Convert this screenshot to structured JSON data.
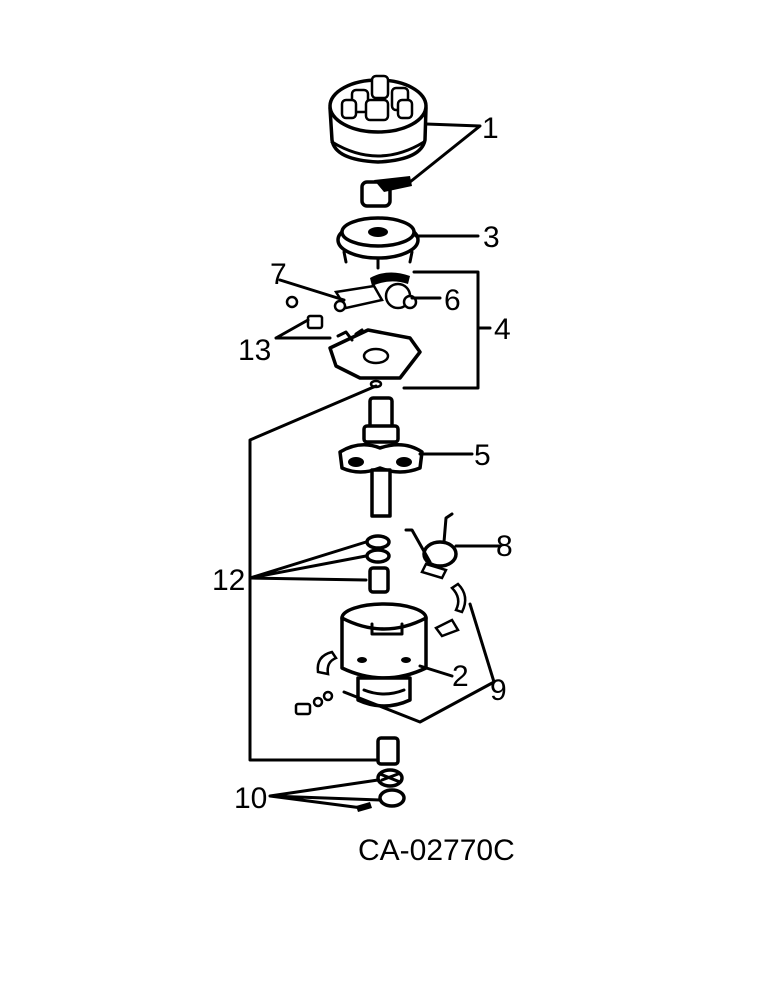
{
  "callouts": {
    "c1": "1",
    "c2": "2",
    "c3": "3",
    "c4": "4",
    "c5": "5",
    "c6": "6",
    "c7": "7",
    "c8": "8",
    "c9": "9",
    "c10": "10",
    "c12": "12",
    "c13": "13"
  },
  "figure_code": "CA-02770C"
}
